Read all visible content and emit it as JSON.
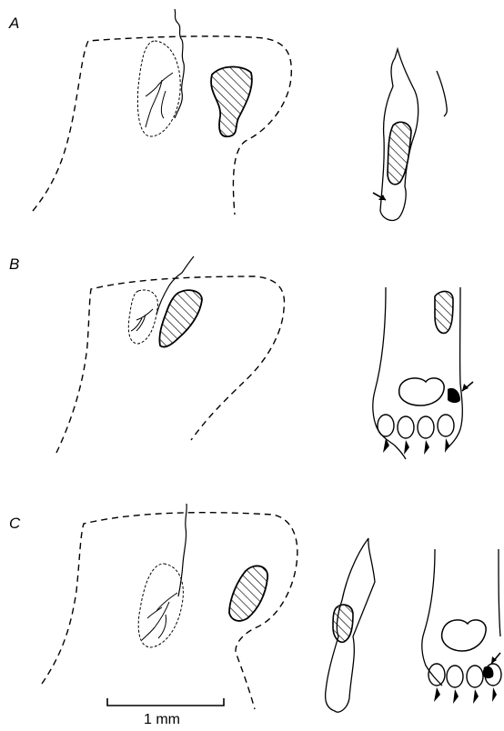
{
  "panels": [
    {
      "label": "A"
    },
    {
      "label": "B"
    },
    {
      "label": "C"
    }
  ],
  "scale_bar": {
    "label": "1 mm"
  },
  "colors": {
    "ink": "#000000",
    "paper": "#ffffff"
  }
}
